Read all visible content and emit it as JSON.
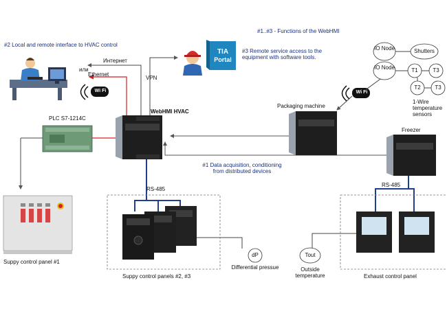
{
  "labels": {
    "functions_title": "#1..#3  - Functions of the WebHMI",
    "local_remote_interface": "#2 Local and remote interface to HVAC control",
    "internet": "Интернет",
    "ili": "или",
    "ethernet": "Ethernet",
    "vpn": "VPN",
    "tia_line1": "TIA",
    "tia_line2": "Portal",
    "remote_service": "#3 Remote service access to the equipment with software tools.",
    "plc": "PLC  S7-1214C",
    "webhmi": "WebHMI HVAC",
    "packaging": "Packaging machine",
    "freezer": "Freezer",
    "data_acquisition": "#1 Data acquisition, conditioning from distributed devices",
    "rs485_left": "RS-485",
    "rs485_right": "RS-485",
    "supply_panel_1": "Suppy control panel #1",
    "supply_panels_23": "Suppy control panels #2, #3",
    "dp": "dP",
    "differential_pressure": "Differential pressue",
    "tout": "Tout",
    "outside_temperature": "Outside temperature",
    "exhaust_panel": "Exhaust control panel",
    "io_node_1": "IO Node",
    "io_node_2": "IO Node",
    "shutters": "Shutters",
    "t1": "T1",
    "t2": "T2",
    "t3a": "T3",
    "t3b": "T3",
    "onewire": "1-Wire temperature sensors",
    "wifi": "Wi Fi"
  },
  "colors": {
    "label_text": "#1a2f7a",
    "red_link": "#d42020",
    "device_dark": "#1e1e1e",
    "plc_green": "#5f8f6a",
    "cabinet": "#e4e4e4",
    "tia_blue": "#1f86bf"
  }
}
